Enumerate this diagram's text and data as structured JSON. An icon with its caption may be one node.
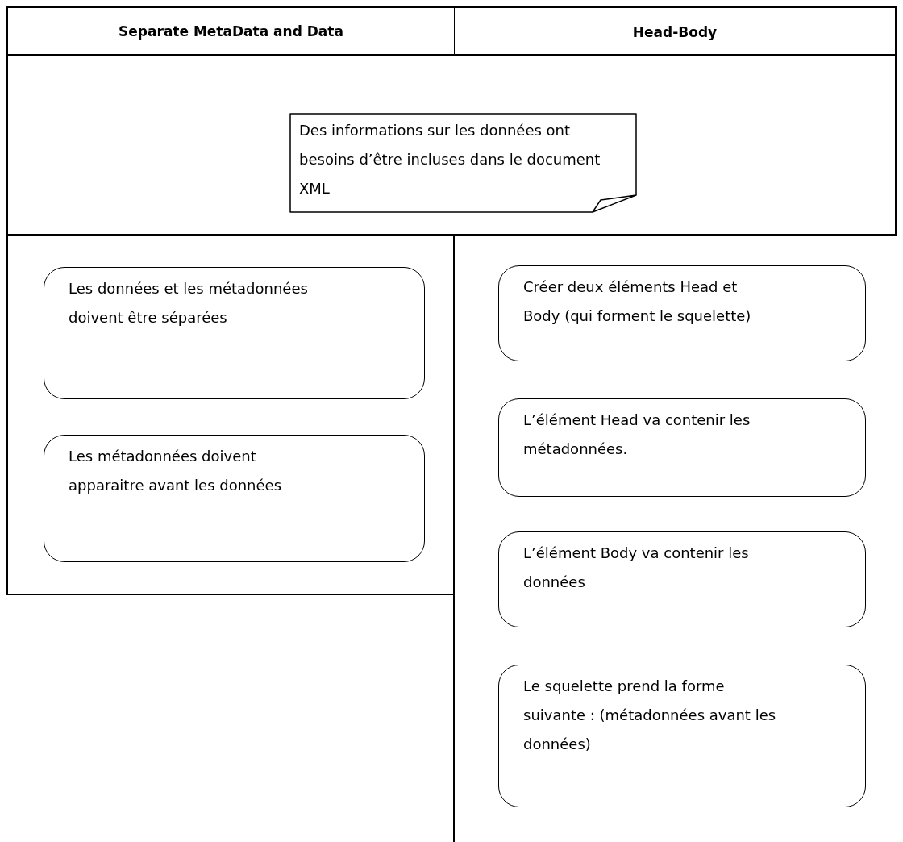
{
  "diagram": {
    "nodes": [
      {
        "text": [
          "Separate MetaData and Data"
        ]
      },
      {
        "text": [
          "Head-Body"
        ]
      },
      {
        "text": [],
        "shape": "band"
      },
      {
        "text": [
          "Des informations sur les données ont besoins d’être incluses dans le document XML"
        ],
        "in": 2
      },
      {
        "text": [],
        "shape": "box"
      },
      {
        "text": [
          "Les données et les métadonnées doivent être séparées"
        ],
        "in": 4
      },
      {
        "text": [
          "Les métadonnées doivent apparaitre avant les données"
        ],
        "in": 4
      },
      {
        "text": [],
        "shape": "box"
      },
      {
        "text": [
          "Créer deux éléments Head et Body (qui forment le squelette)"
        ],
        "in": 7
      },
      {
        "text": [
          "L’élément Head va contenir les métadonnées."
        ],
        "in": 7
      },
      {
        "text": [
          "L’élément Body va contenir les données"
        ],
        "in": 7
      },
      {
        "text": [
          "Le squelette prend la forme suivante : (métadonnées avant les données)"
        ],
        "in": 7
      }
    ]
  }
}
